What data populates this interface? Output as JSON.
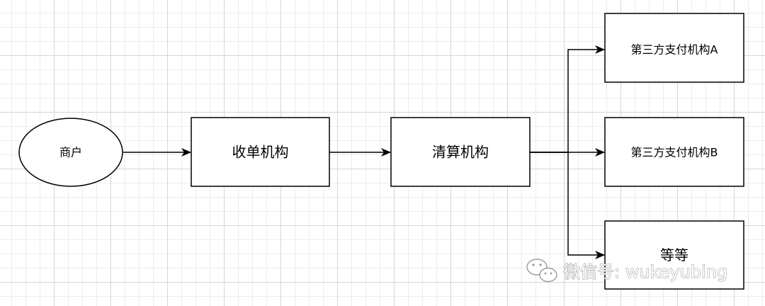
{
  "colors": {
    "stroke": "#000000",
    "node_fill": "#ffffff",
    "watermark": "#9a9a9a"
  },
  "nodes": {
    "merchant": "商户",
    "acquirer": "收单机构",
    "clearing": "清算机构",
    "third_party_a": "第三方支付机构A",
    "third_party_b": "第三方支付机构B",
    "etc": "等等"
  },
  "edges": [
    {
      "from": "merchant",
      "to": "acquirer"
    },
    {
      "from": "acquirer",
      "to": "clearing"
    },
    {
      "from": "clearing",
      "to": "third_party_a"
    },
    {
      "from": "clearing",
      "to": "third_party_b"
    },
    {
      "from": "clearing",
      "to": "etc"
    }
  ],
  "watermark": {
    "text": "微信号: wukeyubing",
    "icon": "wechat-icon"
  }
}
